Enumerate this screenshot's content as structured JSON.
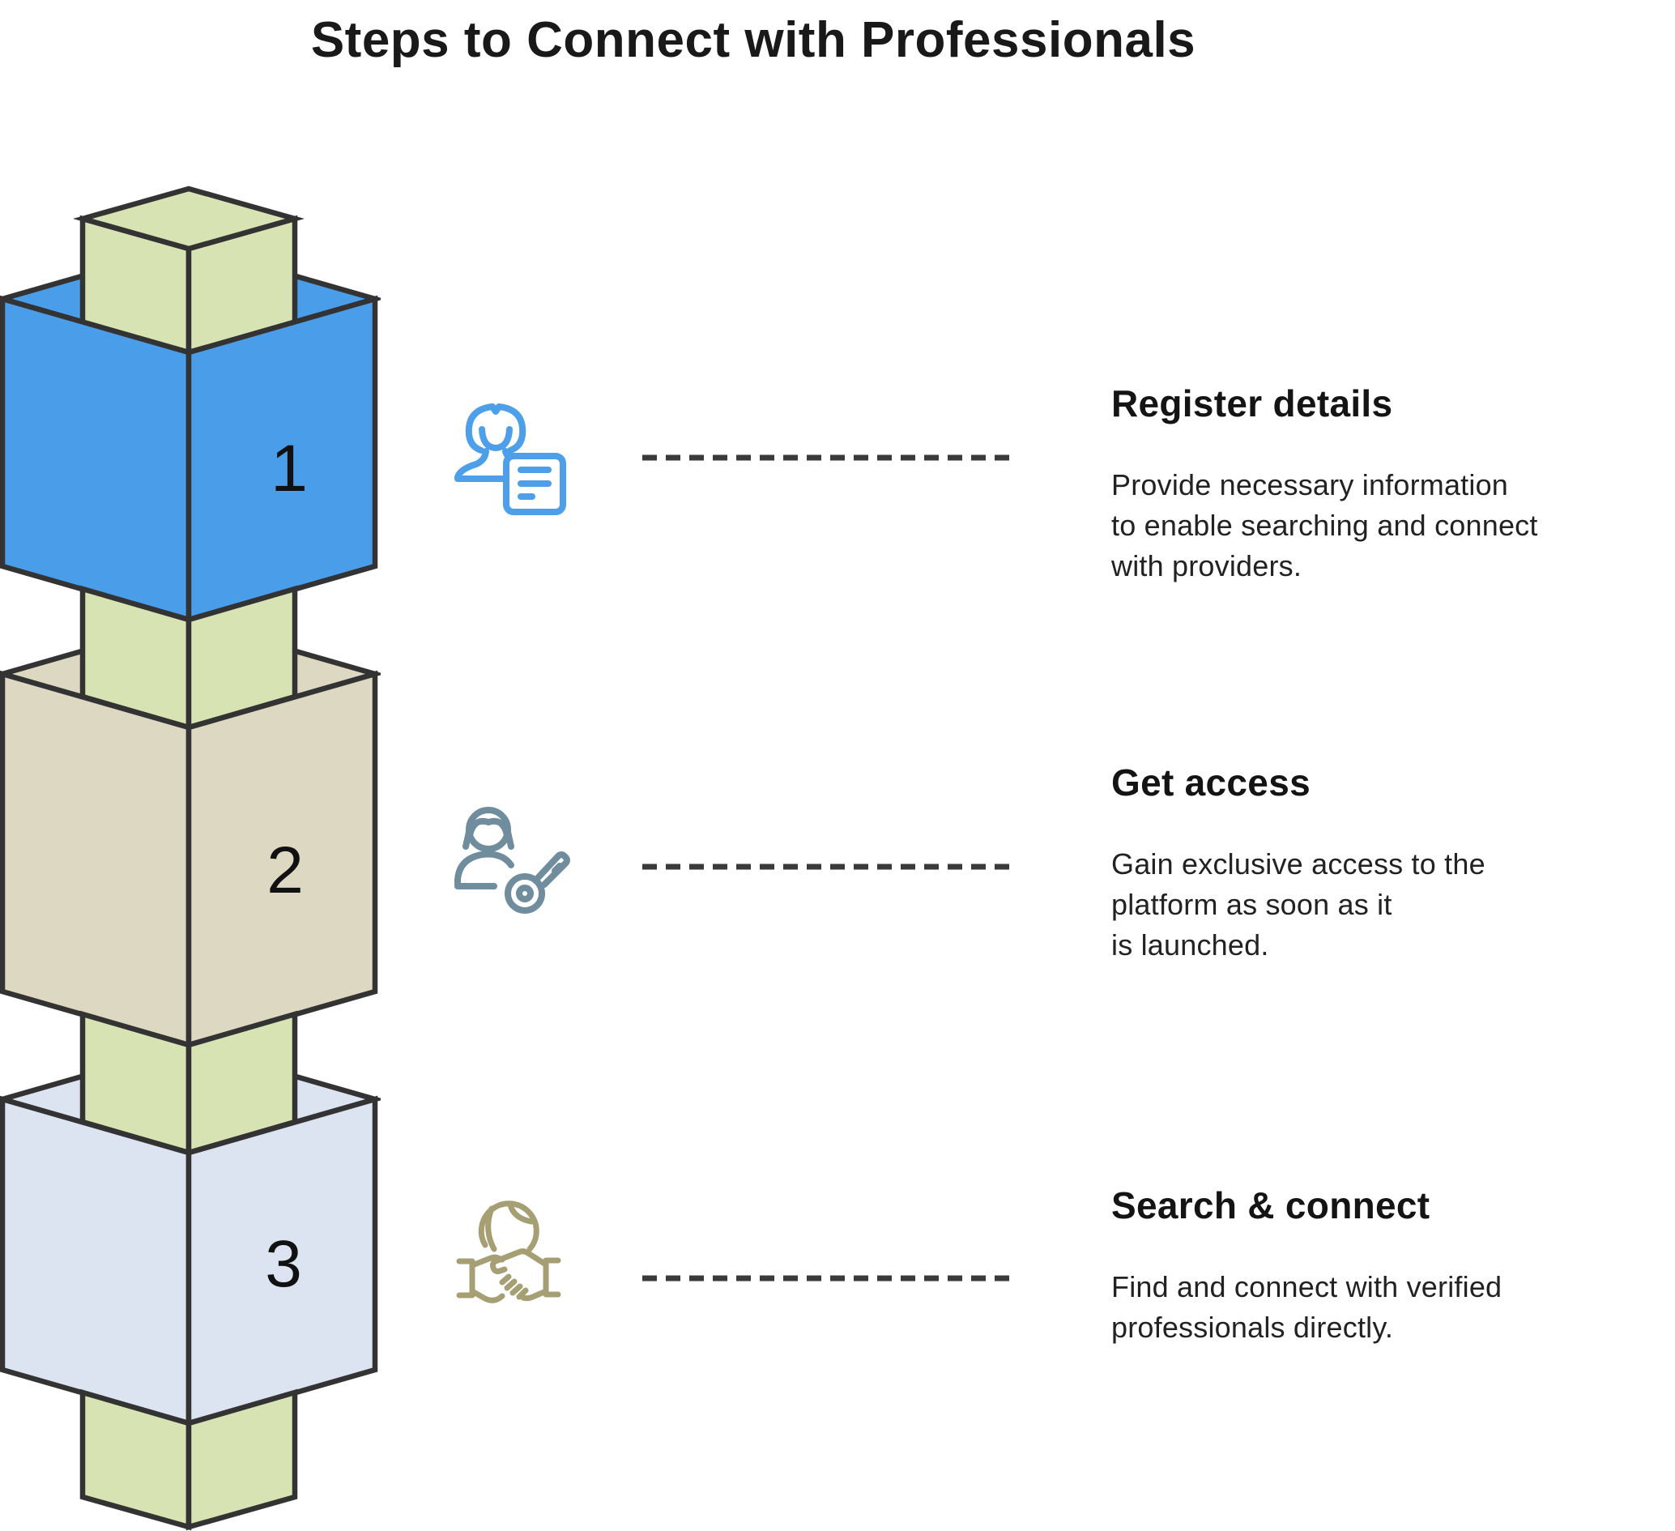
{
  "title": "Steps to Connect with Professionals",
  "steps": [
    {
      "number": "1",
      "title": "Register details",
      "description": "Provide necessary information\nto enable searching and connect\nwith providers.",
      "icon": "person-with-form"
    },
    {
      "number": "2",
      "title": "Get access",
      "description": "Gain exclusive access to the\nplatform as soon as it\nis launched.",
      "icon": "person-with-key"
    },
    {
      "number": "3",
      "title": "Search & connect",
      "description": "Find and connect with verified\nprofessionals directly.",
      "icon": "globe-handshake"
    }
  ],
  "colors": {
    "edge": "#333333",
    "number": "#111111",
    "step1_cube": "#4A9DE8",
    "step2_cube": "#DDD8C2",
    "step3_cube": "#DCE4F2",
    "connector_cube": "#D7E3B2",
    "dash": "#3A3A3A",
    "icon_register": "#4D9FEA",
    "icon_access": "#6F8D9C",
    "icon_connect": "#A69F74"
  }
}
